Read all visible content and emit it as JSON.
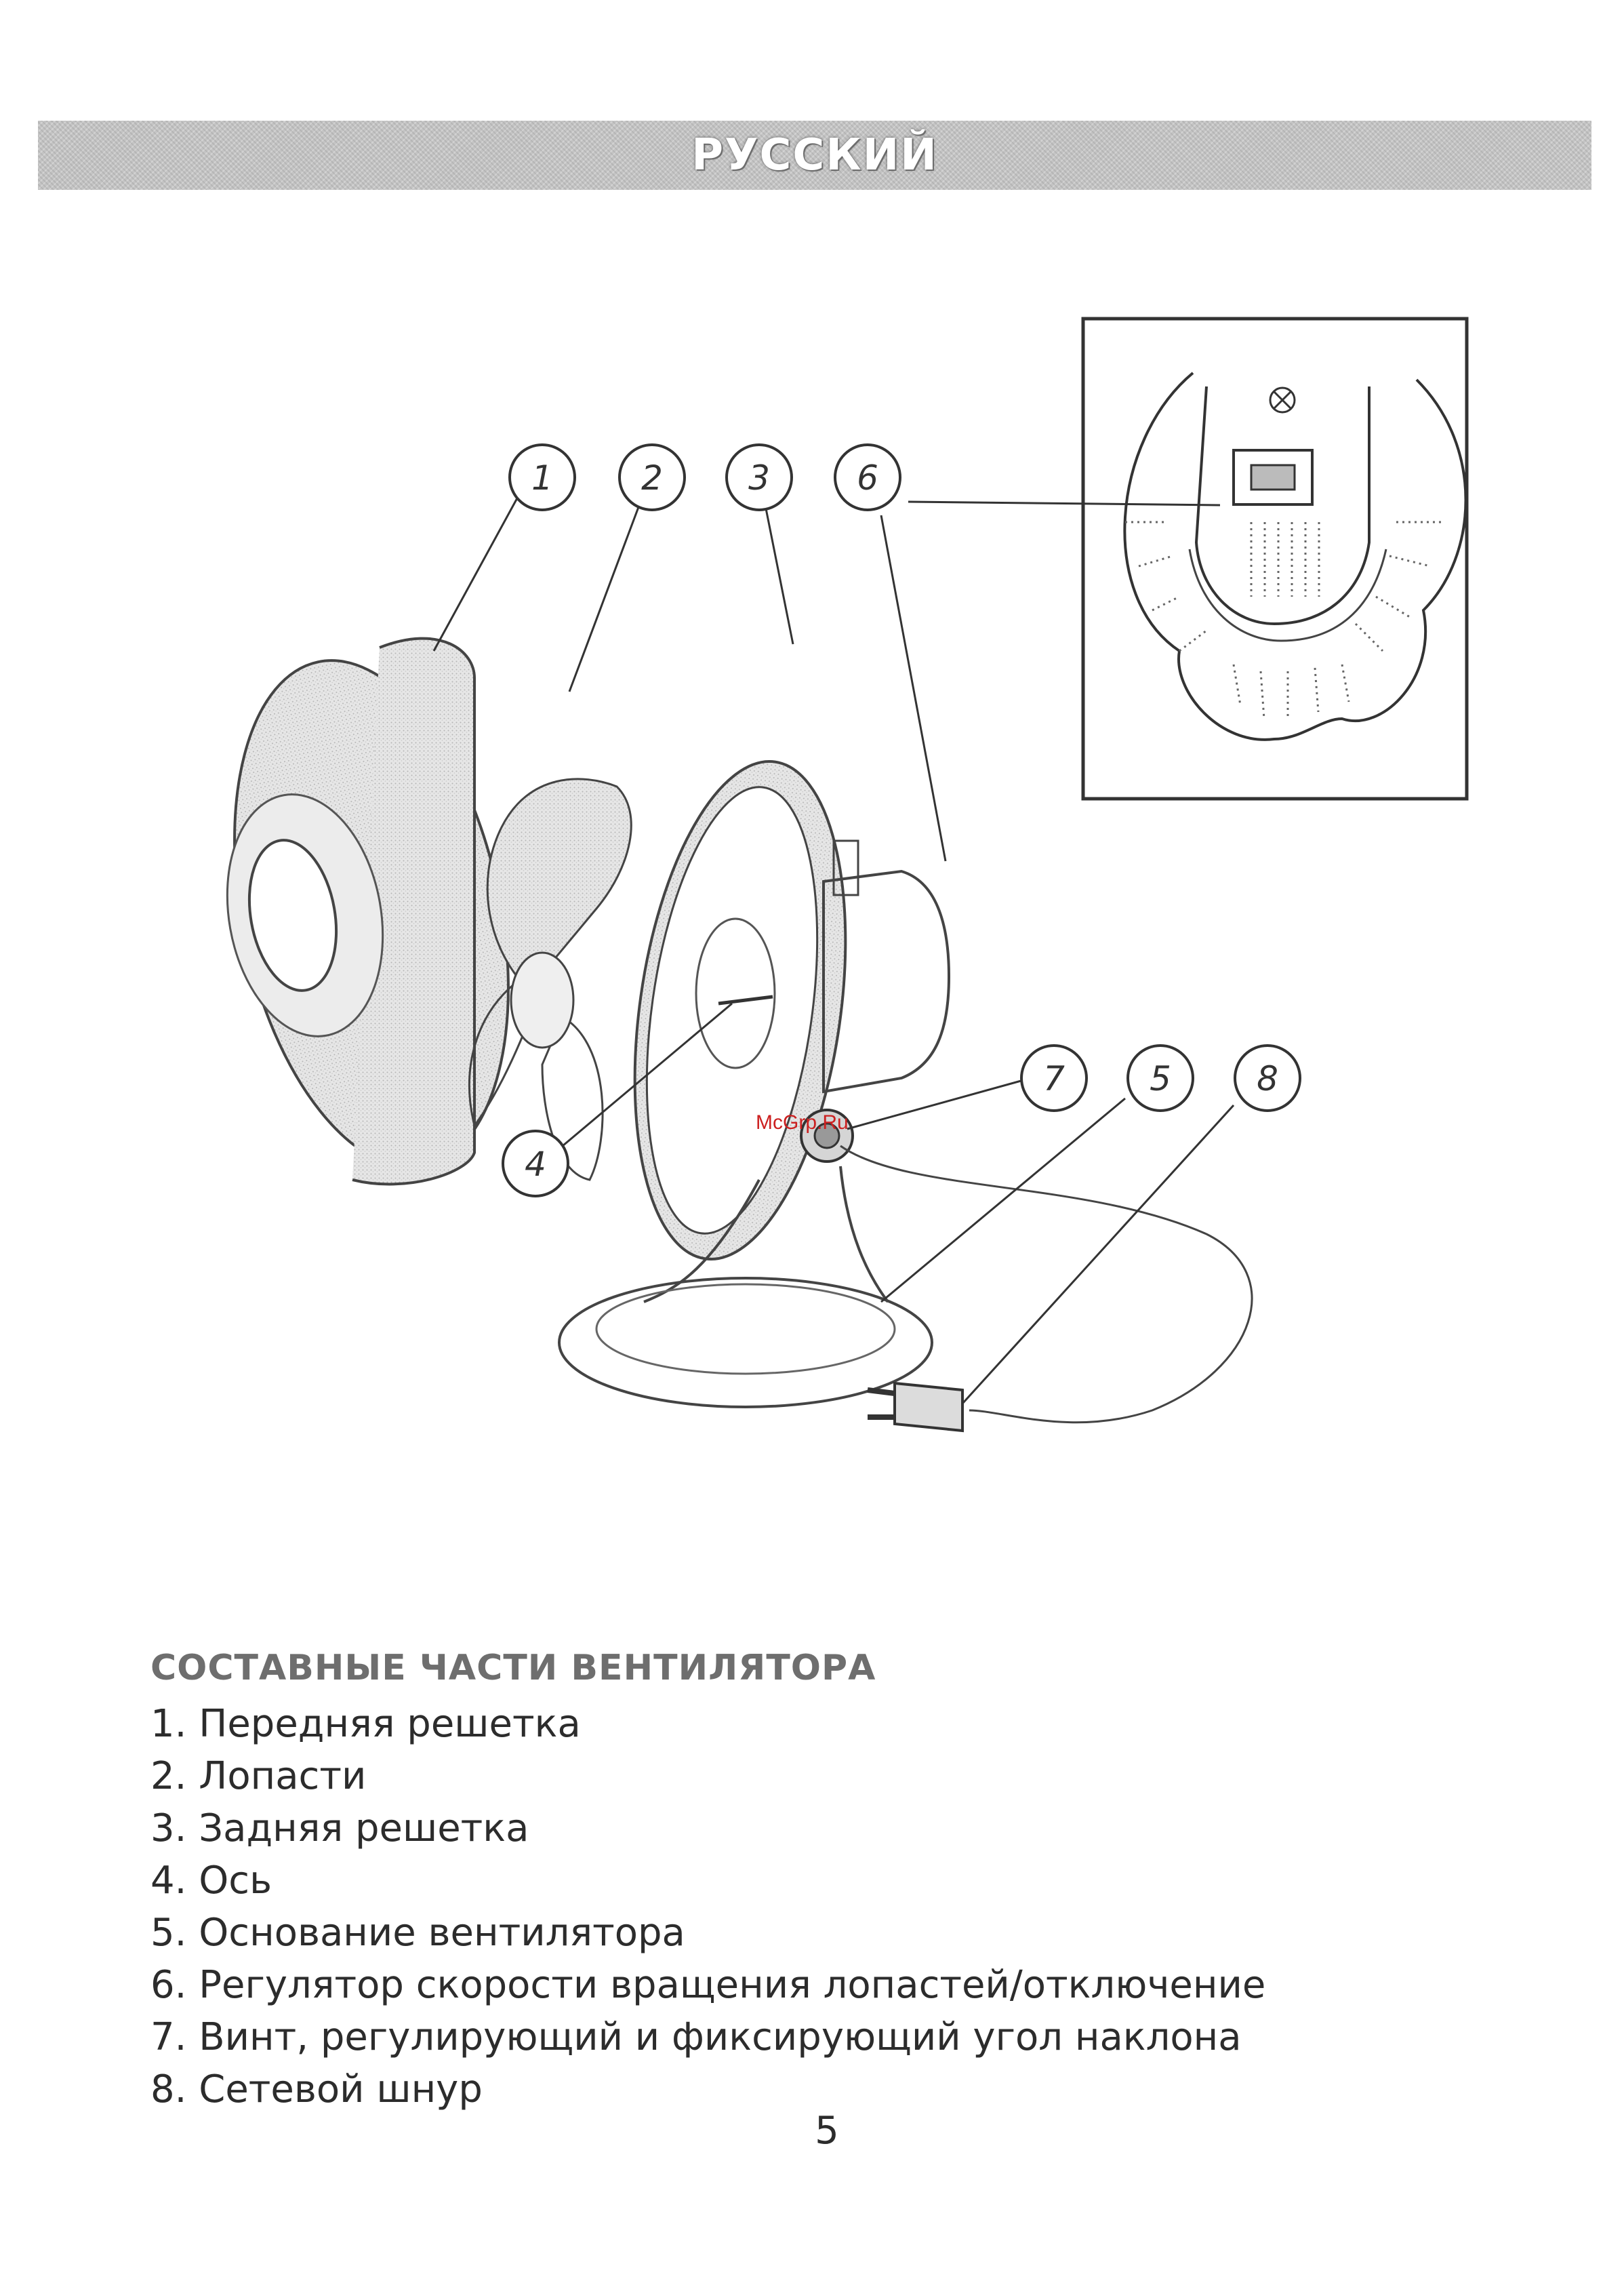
{
  "header": {
    "language_label": "РУССКИЙ"
  },
  "diagram": {
    "callouts": [
      "1",
      "2",
      "3",
      "4",
      "5",
      "6",
      "7",
      "8"
    ],
    "watermark": "McGrp.Ru"
  },
  "parts": {
    "title": "СОСТАВНЫЕ ЧАСТИ ВЕНТИЛЯТОРА",
    "items": [
      "1. Передняя решетка",
      "2. Лопасти",
      "3. Задняя решетка",
      "4. Ось",
      "5. Основание вентилятора",
      "6. Регулятор скорости вращения лопастей/отключение",
      "7. Винт, регулирующий и фиксирующий угол наклона",
      "8. Сетевой шнур"
    ]
  },
  "page": {
    "number": "5"
  }
}
